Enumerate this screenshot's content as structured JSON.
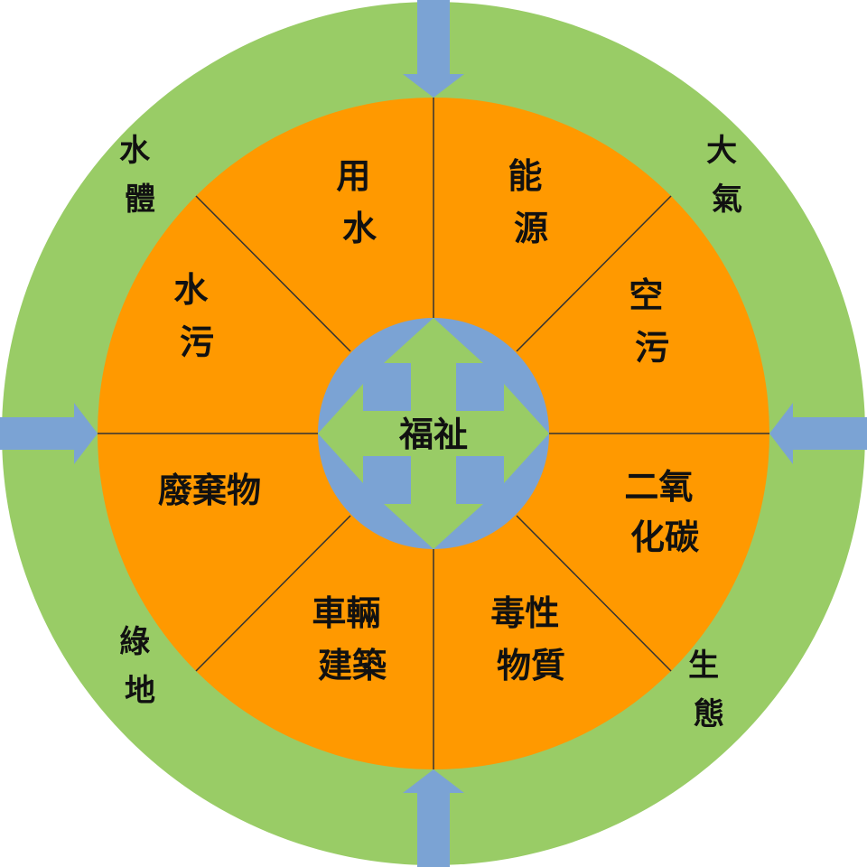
{
  "colors": {
    "outer_ring": "#99CC66",
    "middle_ring": "#FF9900",
    "center_circle": "#7BA3D4",
    "arrows": "#7BA3D4",
    "center_arrows": "#99CC66",
    "divider_lines": "#333333"
  },
  "center": {
    "label": "福祉"
  },
  "sectors": [
    {
      "id": "water-use",
      "line1": "用",
      "line2": "水"
    },
    {
      "id": "energy",
      "line1": "能",
      "line2": "源"
    },
    {
      "id": "air-pollution",
      "line1": "空",
      "line2": "污"
    },
    {
      "id": "co2",
      "line1": "二氧",
      "line2": "化碳"
    },
    {
      "id": "toxic",
      "line1": "毒性",
      "line2": "物質"
    },
    {
      "id": "vehicles",
      "line1": "車輛",
      "line2": "建築"
    },
    {
      "id": "waste",
      "line1": "廢棄物",
      "line2": ""
    },
    {
      "id": "water-pollution",
      "line1": "水",
      "line2": "污"
    }
  ],
  "outer_labels": [
    {
      "id": "water-body",
      "line1": "水",
      "line2": "體"
    },
    {
      "id": "atmosphere",
      "line1": "大",
      "line2": "氣"
    },
    {
      "id": "ecology",
      "line1": "生",
      "line2": "態"
    },
    {
      "id": "green-land",
      "line1": "綠",
      "line2": "地"
    }
  ],
  "outer_arrows": [
    "top",
    "right",
    "bottom",
    "left"
  ]
}
